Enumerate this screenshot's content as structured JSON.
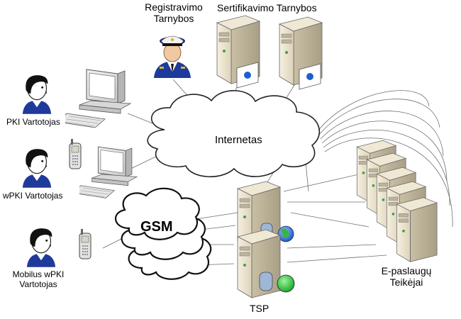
{
  "diagram": {
    "nodes": {
      "registration": {
        "label_line1": "Registravimo",
        "label_line2": "Tarnybos",
        "icon": "officer-icon"
      },
      "certification": {
        "label": "Sertifikavimo Tarnybos",
        "icon": "server-icon"
      },
      "internet": {
        "label": "Internetas",
        "icon": "cloud-icon"
      },
      "gsm": {
        "label": "GSM",
        "icon": "cloud-icon"
      },
      "pki_user": {
        "label": "PKI Vartotojas",
        "icon": "user-icon"
      },
      "wpki_user": {
        "label": "wPKI Vartotojas",
        "icon": "user-icon"
      },
      "mobile_user": {
        "label_line1": "Mobilus wPKI",
        "label_line2": "Vartotojas",
        "icon": "user-icon"
      },
      "tsp": {
        "label": "TSP",
        "icon": "server-icon"
      },
      "eservices": {
        "label_line1": "E-paslaugų",
        "label_line2": "Teikėjai",
        "icon": "server-icon"
      }
    },
    "colors": {
      "server_light": "#f1ead8",
      "server_mid": "#d9cfb6",
      "server_dark": "#a99f86",
      "cloud_fill": "#ffffff",
      "line": "#6e6e6e",
      "user_blue": "#1f3a9a",
      "seal_blue": "#1d5fd0",
      "green_disc": "#22c22a"
    }
  }
}
